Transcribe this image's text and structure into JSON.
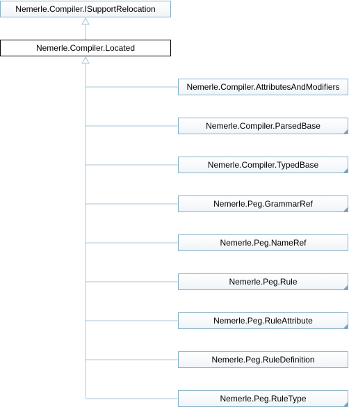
{
  "base_class": {
    "label": "Nemerle.Compiler.ISupportRelocation"
  },
  "focus_class": {
    "label": "Nemerle.Compiler.Located"
  },
  "derived_classes": [
    {
      "label": "Nemerle.Compiler.AttributesAndModifiers",
      "has_more_marker": false
    },
    {
      "label": "Nemerle.Compiler.ParsedBase",
      "has_more_marker": true
    },
    {
      "label": "Nemerle.Compiler.TypedBase",
      "has_more_marker": true
    },
    {
      "label": "Nemerle.Peg.GrammarRef",
      "has_more_marker": true
    },
    {
      "label": "Nemerle.Peg.NameRef",
      "has_more_marker": false
    },
    {
      "label": "Nemerle.Peg.Rule",
      "has_more_marker": true
    },
    {
      "label": "Nemerle.Peg.RuleAttribute",
      "has_more_marker": true
    },
    {
      "label": "Nemerle.Peg.RuleDefinition",
      "has_more_marker": false
    },
    {
      "label": "Nemerle.Peg.RuleType",
      "has_more_marker": true
    }
  ],
  "colors": {
    "edge": "#a7c4d8",
    "node_border": "#84b0c7",
    "focus_border": "#000000",
    "corner_marker": "#7a9fc0"
  }
}
